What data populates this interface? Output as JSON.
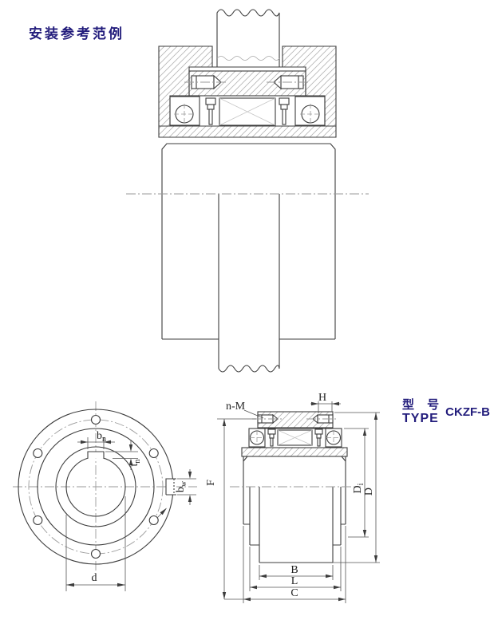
{
  "title": "安装参考范例",
  "type_block": {
    "label_cn": "型 号",
    "label_en": "TYPE",
    "model": "CKZF-B"
  },
  "colors": {
    "accent_navy": "#231d7c",
    "line": "#3c3c3c",
    "hatch": "#b5b5b5",
    "centerline": "#9a9a9a"
  },
  "dims": {
    "bn": {
      "base": "b",
      "sub": "n"
    },
    "tn": {
      "base": "t",
      "sub": "n"
    },
    "bw": {
      "base": "b",
      "sub": "w"
    },
    "d": {
      "base": "d",
      "sub": ""
    },
    "nm": {
      "base": "n-M",
      "sub": ""
    },
    "h": {
      "base": "H",
      "sub": ""
    },
    "f": {
      "base": "F",
      "sub": ""
    },
    "b": {
      "base": "B",
      "sub": ""
    },
    "l": {
      "base": "L",
      "sub": ""
    },
    "c": {
      "base": "C",
      "sub": ""
    },
    "di": {
      "base": "D",
      "sub": "i"
    },
    "dbig": {
      "base": "D",
      "sub": ""
    }
  }
}
